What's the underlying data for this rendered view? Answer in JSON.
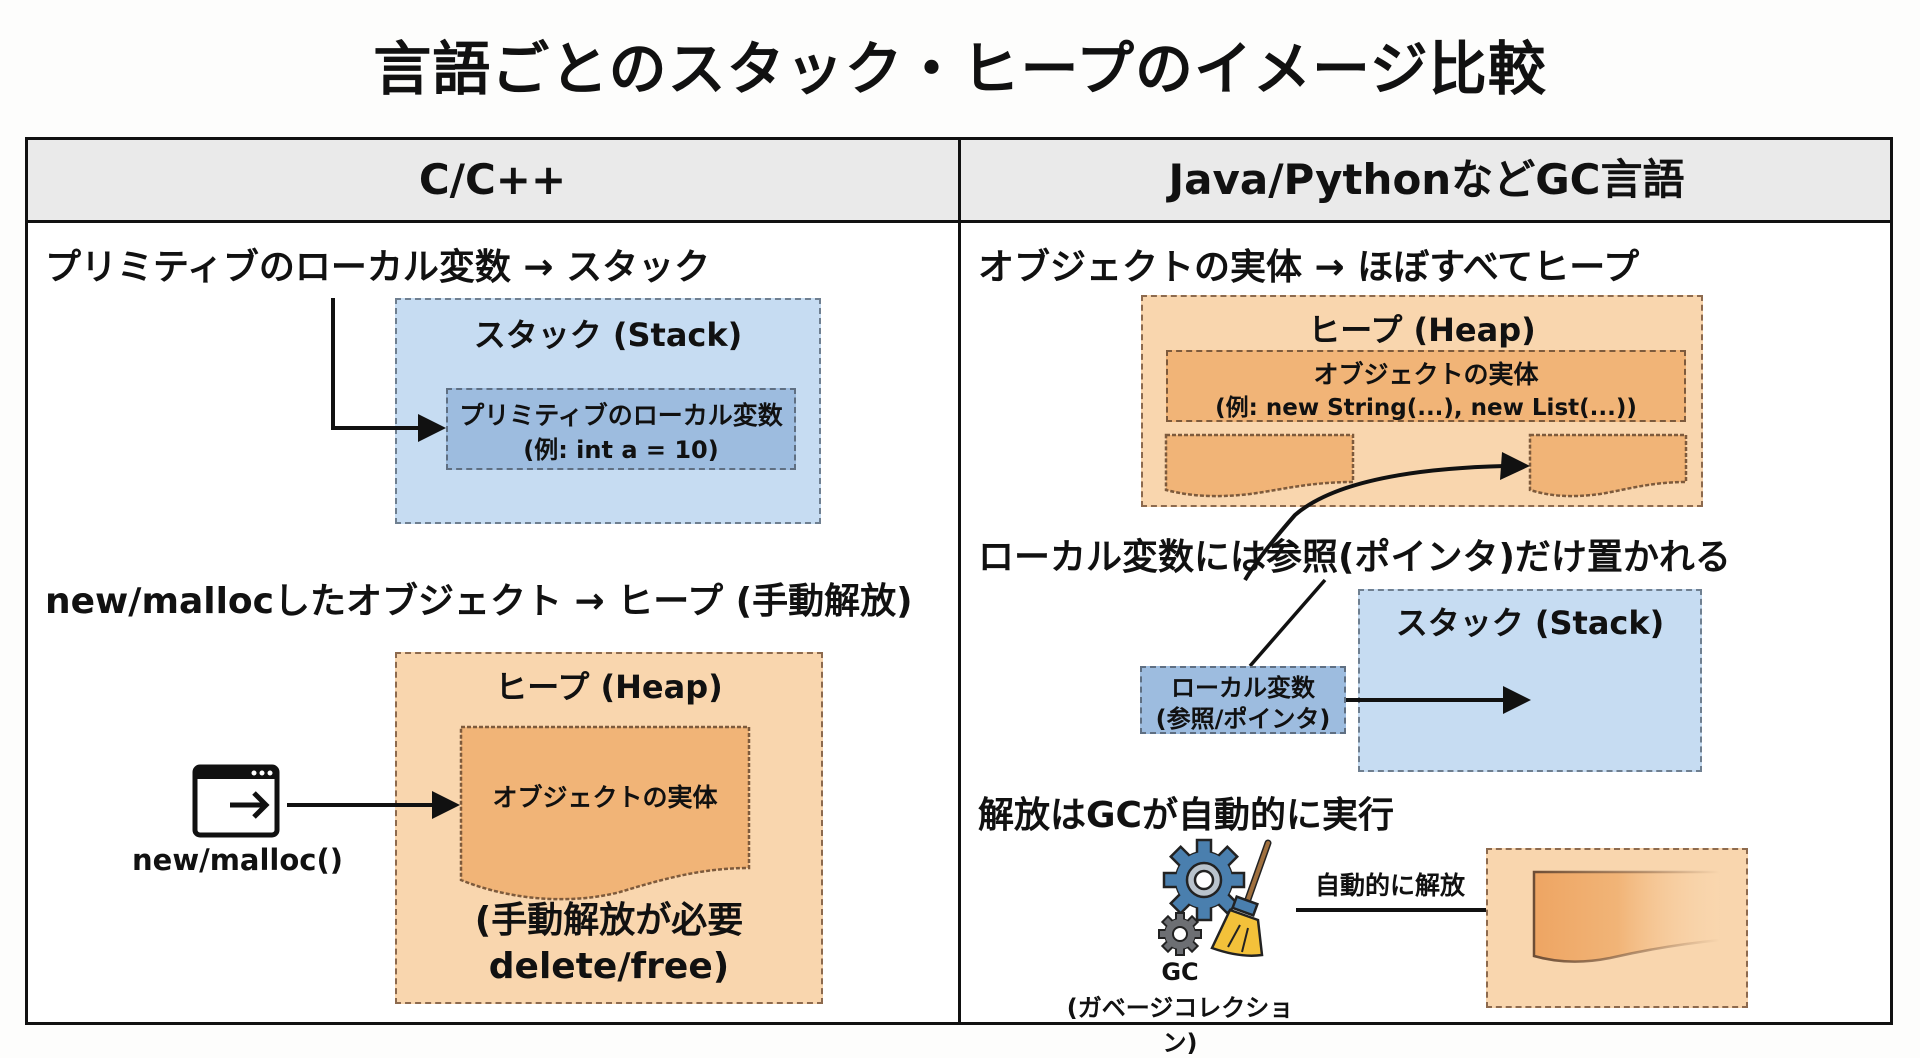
{
  "title": "言語ごとのスタック・ヒープのイメージ比較",
  "columns": {
    "left": {
      "header": "C/C++",
      "section1": {
        "heading": "プリミティブのローカル変数 → スタック",
        "stack_label": "スタック (Stack)",
        "inner_line1": "プリミティブのローカル変数",
        "inner_line2": "(例: int a = 10)"
      },
      "section2": {
        "heading": "new/mallocしたオブジェクト → ヒープ (手動解放)",
        "heap_label": "ヒープ (Heap)",
        "object_label": "オブジェクトの実体",
        "icon_caption": "new/malloc()",
        "note_line1": "(手動解放が必要",
        "note_line2": "delete/free)"
      }
    },
    "right": {
      "header": "Java/PythonなどGC言語",
      "section1": {
        "heading": "オブジェクトの実体 → ほぼすべてヒープ",
        "heap_label": "ヒープ (Heap)",
        "object_line1": "オブジェクトの実体",
        "object_line2": "(例: new String(...), new List(...))"
      },
      "section2": {
        "heading": "ローカル変数には参照(ポインタ)だけ置かれる",
        "stack_label": "スタック (Stack)",
        "ref_line1": "ローカル変数",
        "ref_line2": "(参照/ポインタ)"
      },
      "section3": {
        "heading": "解放はGCが自動的に実行",
        "arrow_label": "自動的に解放",
        "gc_label": "GC",
        "gc_sublabel": "(ガベージコレクション)"
      }
    }
  },
  "colors": {
    "stack_fill": "#c6dcf2",
    "stack_inner_fill": "#9dbcdf",
    "heap_fill": "#f9d6ae",
    "object_fill": "#f1b477",
    "header_fill": "#eaeaea",
    "gear_blue": "#4a7fae",
    "gear_gray": "#6d6f73",
    "broom_yellow": "#f3c13a"
  },
  "icons": {
    "program_window": "program-window-icon",
    "gc": "gear-broom-icon"
  }
}
